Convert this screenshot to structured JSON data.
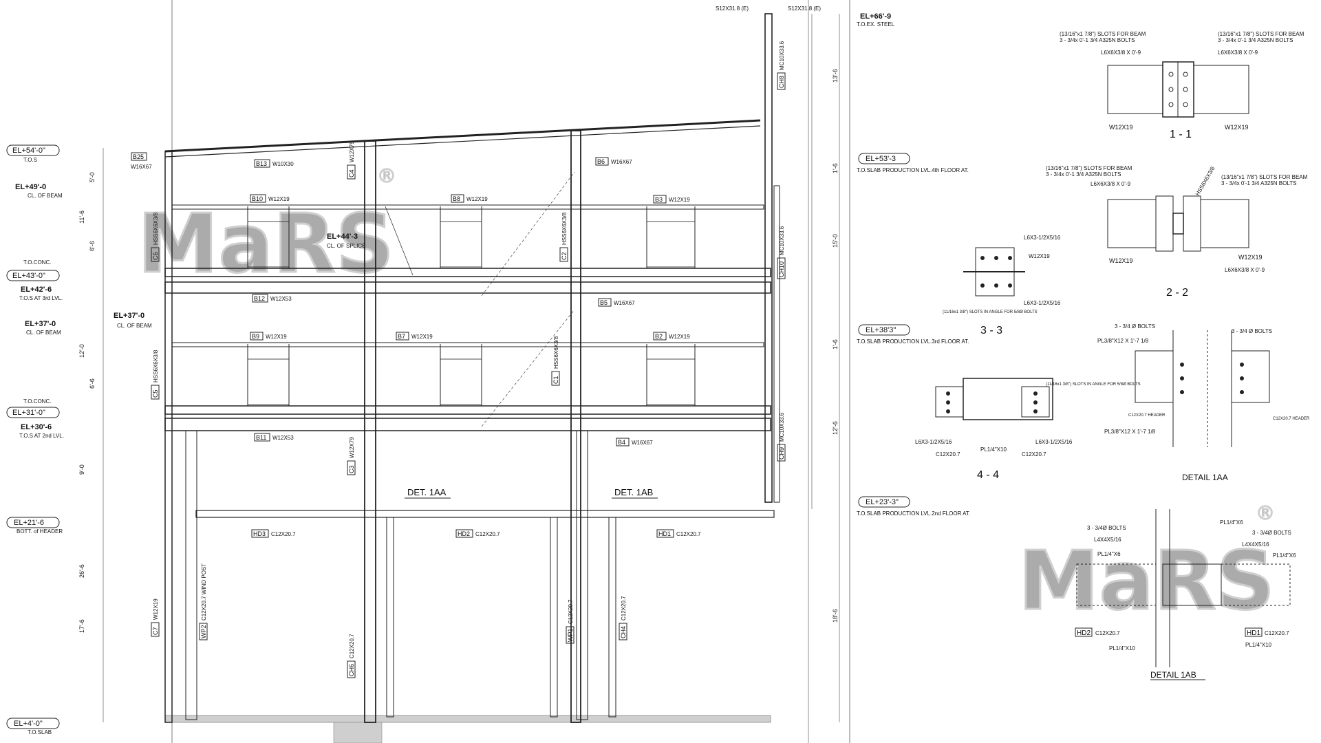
{
  "watermark": "MaRS",
  "watermark_mark": "®",
  "elevations_left": [
    {
      "tag": "EL+54'-0\"",
      "note": "T.O.S"
    },
    {
      "tag": "EL+49'-0",
      "note": "CL. OF BEAM"
    },
    {
      "tag": "EL+43'-0\"",
      "note": "T.O.CONC."
    },
    {
      "tag": "EL+42'-6",
      "note": "T.O.S AT 3rd LVL."
    },
    {
      "tag": "EL+37'-0",
      "note": "CL. OF BEAM"
    },
    {
      "tag": "EL+31'-0\"",
      "note": "T.O.CONC."
    },
    {
      "tag": "EL+30'-6",
      "note": "T.O.S AT 2nd LVL."
    },
    {
      "tag": "EL+21'-6",
      "note": "BOTT. of HEADER"
    },
    {
      "tag": "EL+4'-0\"",
      "note": "T.O.SLAB"
    }
  ],
  "mid_elevations": [
    {
      "tag": "EL+44'-3",
      "note": "CL. OF SPLICE"
    },
    {
      "tag": "EL+37'-0",
      "note": "CL. OF BEAM"
    }
  ],
  "elevations_right": [
    {
      "tag": "EL+66'-9",
      "note": "T.O.EX. STEEL"
    },
    {
      "tag": "EL+53'-3",
      "note": "T.O.SLAB PRODUCTION LVL.4th FLOOR AT."
    },
    {
      "tag": "EL+38'3\"",
      "note": "T.O.SLAB PRODUCTION LVL.3rd FLOOR AT."
    },
    {
      "tag": "EL+23'-3\"",
      "note": "T.O.SLAB PRODUCTION LVL.2nd FLOOR AT."
    }
  ],
  "top_labels": {
    "s12_left": "S12X31.8 (E)",
    "s12_right": "S12X31.8 (E)"
  },
  "member_tags": [
    {
      "tag": "B25",
      "size": "W16X67"
    },
    {
      "tag": "B13",
      "size": "W10X30"
    },
    {
      "tag": "B6",
      "size": "W16X67"
    },
    {
      "tag": "B10",
      "size": "W12X19"
    },
    {
      "tag": "B8",
      "size": "W12X19"
    },
    {
      "tag": "B3",
      "size": "W12X19"
    },
    {
      "tag": "B12",
      "size": "W12X53"
    },
    {
      "tag": "B5",
      "size": "W16X67"
    },
    {
      "tag": "B9",
      "size": "W12X19"
    },
    {
      "tag": "B7",
      "size": "W12X19"
    },
    {
      "tag": "B2",
      "size": "W12X19"
    },
    {
      "tag": "B11",
      "size": "W12X53"
    },
    {
      "tag": "B4",
      "size": "W16X67"
    },
    {
      "tag": "C4",
      "size": "W12X79"
    },
    {
      "tag": "C3",
      "size": "W12X79"
    },
    {
      "tag": "C6",
      "size": "HSS6X6X3/8"
    },
    {
      "tag": "C5",
      "size": "HSS6X6X3/8"
    },
    {
      "tag": "C2",
      "size": "HSS6X6X3/8"
    },
    {
      "tag": "C1",
      "size": "HSS6X6X3/8"
    },
    {
      "tag": "C7",
      "size": "W12X19"
    },
    {
      "tag": "CH8",
      "size": "MC10X33.6"
    },
    {
      "tag": "CH10",
      "size": "MC10X33.6"
    },
    {
      "tag": "CH9",
      "size": "MC10X33.6"
    },
    {
      "tag": "HD3",
      "size": "C12X20.7"
    },
    {
      "tag": "HD2",
      "size": "C12X20.7"
    },
    {
      "tag": "HD1",
      "size": "C12X20.7"
    },
    {
      "tag": "CH6",
      "size": "C12X20.7"
    },
    {
      "tag": "CH4",
      "size": "C12X20.7"
    },
    {
      "tag": "WP1",
      "size": "C12X20.7"
    },
    {
      "tag": "WP2",
      "size": "C12X20.7 WIND POST"
    }
  ],
  "detail_callouts": {
    "det_1aa": "DET. 1AA",
    "det_1ab": "DET. 1AB"
  },
  "section_titles": {
    "s11": "1 - 1",
    "s22": "2 - 2",
    "s33": "3 - 3",
    "s44": "4 - 4",
    "d1aa": "DETAIL 1AA",
    "d1ab": "DETAIL 1AB"
  },
  "section_notes": {
    "s11_slots": "(13/16\"x1 7/8\") SLOTS FOR BEAM",
    "s11_bolts": "3 - 3/4x 0'-1 3/4 A325N BOLTS",
    "s11_angle": "L6X6X3/8 X 0'-9",
    "s11_beam": "W12X19",
    "s22_col": "HSS6X6X3/8",
    "s33_angle": "L6X3-1/2X5/16",
    "s33_beam": "W12X19",
    "s33_note": "(11/16x1 3/8\") SLOTS IN ANGLE FOR 5/8Ø BOLTS",
    "s44_channel": "C12X20.7",
    "s44_plate": "PL1/4\"X10",
    "s44_angle": "L6X3-1/2X5/16",
    "d1aa_bolts": "3 - 3/4 Ø BOLTS",
    "d1aa_plate": "PL3/8\"X12 X 1'-7 1/8",
    "d1aa_header": "C12X20.7 HEADER",
    "d1ab_bolts": "3 - 3/4Ø BOLTS",
    "d1ab_angle": "L4X4X5/16",
    "d1ab_pl6": "PL1/4\"X6",
    "d1ab_pl10": "PL1/4\"X10",
    "d1ab_hd2": "HD2",
    "d1ab_hd1": "HD1",
    "d1ab_ch": "C12X20.7"
  },
  "dims_right": [
    "13'-6",
    "1'-6",
    "15'-0",
    "1'-6",
    "12'-6",
    "18'-6"
  ],
  "dims_left": [
    "5'-0",
    "11'-6",
    "6'-6",
    "12'-0",
    "6'-6",
    "9'-0",
    "26'-6",
    "17'-6"
  ]
}
